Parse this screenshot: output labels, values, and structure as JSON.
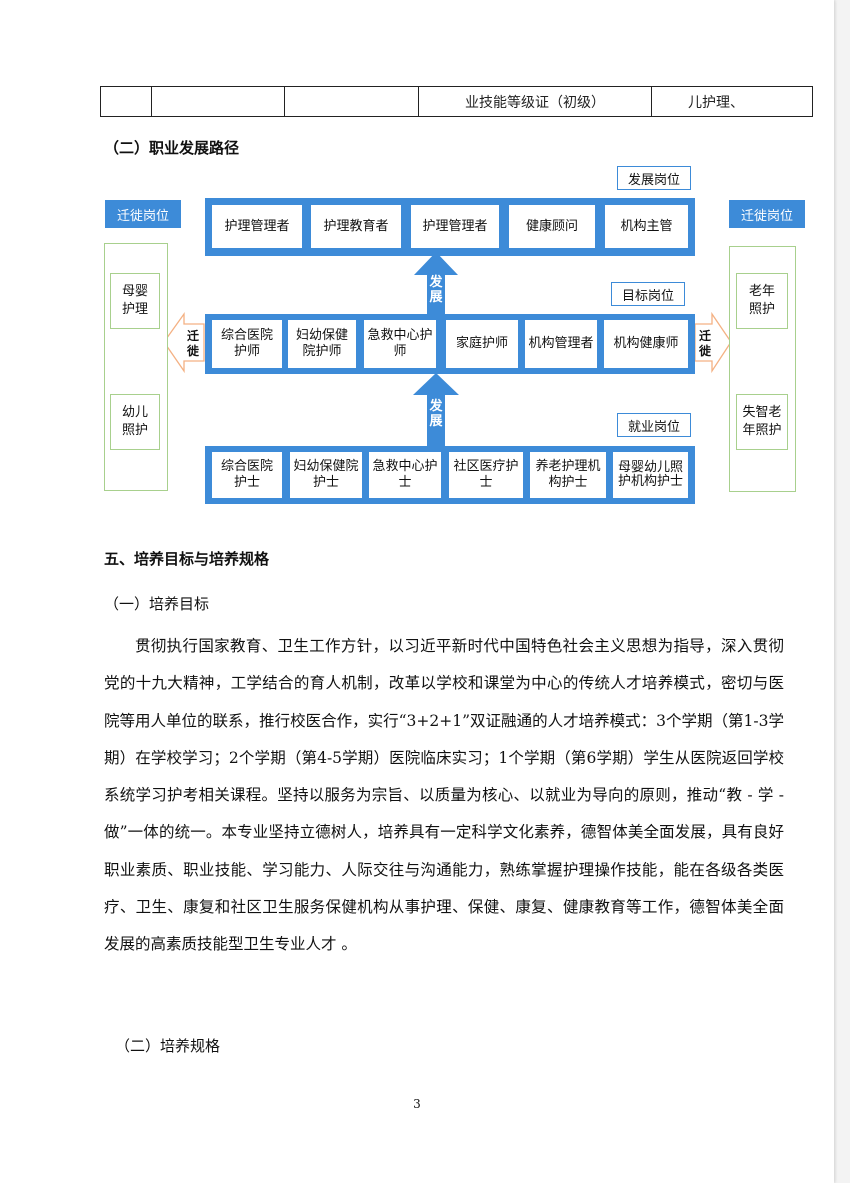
{
  "table_row": {
    "cells": [
      "",
      "",
      "",
      "业技能等级证（初级）",
      "儿护理、"
    ]
  },
  "section_2_title": "（二）职业发展路径",
  "diagram": {
    "development_label": "发展岗位",
    "target_label": "目标岗位",
    "employment_label": "就业岗位",
    "migration_left_label": "迁徙岗位",
    "migration_right_label": "迁徙岗位",
    "development_row": [
      "护理管理者",
      "护理教育者",
      "护理管理者",
      "健康顾问",
      "机构主管"
    ],
    "target_row": [
      "综合医院护师",
      "妇幼保健院护师",
      "急救中心护师",
      "家庭护师",
      "机构管理者",
      "机构健康师"
    ],
    "employment_row": [
      "综合医院护士",
      "妇幼保健院护士",
      "急救中心护士",
      "社区医疗护士",
      "养老护理机构护士",
      "母婴幼儿照护机构护士"
    ],
    "up_arrow_upper": "发展",
    "up_arrow_lower": "发展",
    "left_arrow": "迁徙",
    "right_arrow": "迁徙",
    "left_side": [
      "母婴护理",
      "幼儿照护"
    ],
    "right_side": [
      "老年照护",
      "失智老年照护"
    ],
    "colors": {
      "band": "#3d8bd8",
      "side_border": "#a8d08d",
      "arrow_outline": "#f4b183"
    }
  },
  "section_5_title": "五、培养目标与培养规格",
  "sub_1_title": "（一）培养目标",
  "paragraph": "贯彻执行国家教育、卫生工作方针，以习近平新时代中国特色社会主义思想为指导，深入贯彻党的十九大精神，工学结合的育人机制，改革以学校和课堂为中心的传统人才培养模式，密切与医院等用人单位的联系，推行校医合作，实行“3+2+1”双证融通的人才培养模式：3个学期（第1-3学期）在学校学习；2个学期（第4-5学期）医院临床实习；1个学期（第6学期）学生从医院返回学校系统学习护考相关课程。坚持以服务为宗旨、以质量为核心、以就业为导向的原则，推动“教 - 学 - 做”一体的统一。本专业坚持立德树人，培养具有一定科学文化素养，德智体美全面发展，具有良好职业素质、职业技能、学习能力、人际交往与沟通能力，熟练掌握护理操作技能，能在各级各类医疗、卫生、康复和社区卫生服务保健机构从事护理、保健、康复、健康教育等工作，德智体美全面发展的高素质技能型卫生专业人才 。",
  "sub_2_title": "（二）培养规格",
  "page_number": "3"
}
